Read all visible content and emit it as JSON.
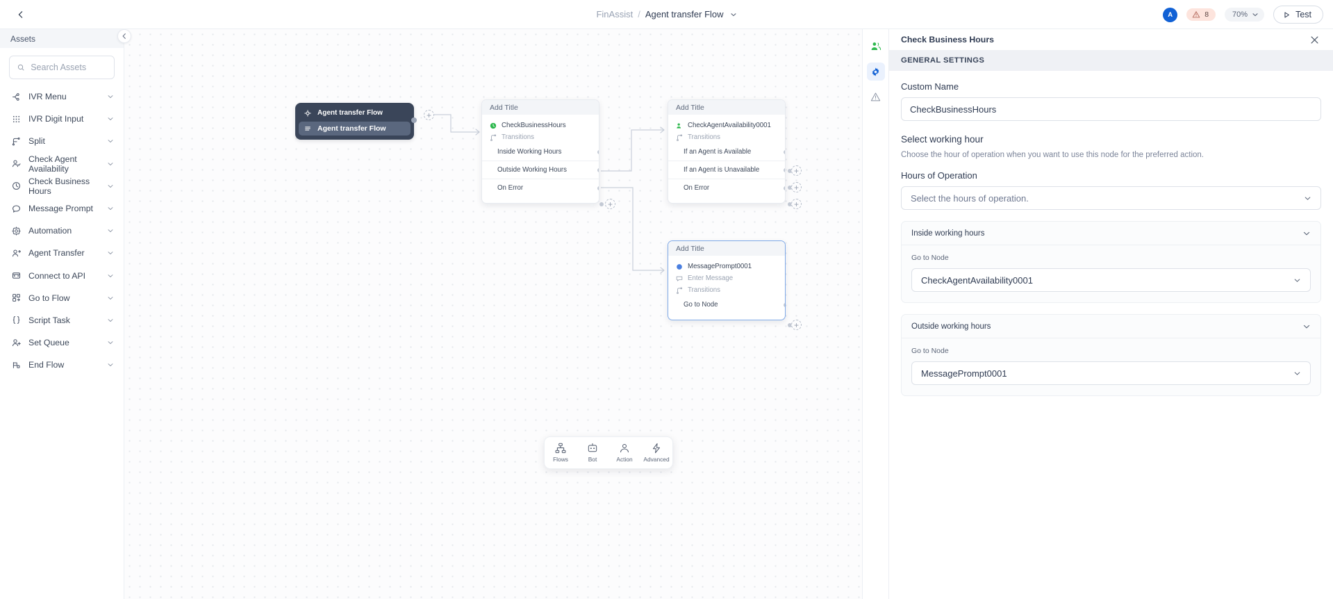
{
  "topbar": {
    "back_icon": "chevron-left-icon",
    "breadcrumb": {
      "app": "FinAssist",
      "separator": "/",
      "flow": "Agent transfer Flow"
    },
    "avatar_initial": "A",
    "warning_count": "8",
    "zoom_level": "70%",
    "test_label": "Test"
  },
  "sidebar": {
    "header": "Assets",
    "search": {
      "placeholder": "Search Assets",
      "value": ""
    },
    "items": [
      {
        "label": "IVR Menu",
        "icon": "ivr-menu-icon"
      },
      {
        "label": "IVR Digit Input",
        "icon": "keypad-icon"
      },
      {
        "label": "Split",
        "icon": "split-icon"
      },
      {
        "label": "Check Agent Availability",
        "icon": "agent-check-icon"
      },
      {
        "label": "Check Business Hours",
        "icon": "clock-icon"
      },
      {
        "label": "Message Prompt",
        "icon": "message-icon"
      },
      {
        "label": "Automation",
        "icon": "automation-icon"
      },
      {
        "label": "Agent Transfer",
        "icon": "agent-transfer-icon"
      },
      {
        "label": "Connect to API",
        "icon": "api-icon"
      },
      {
        "label": "Go to Flow",
        "icon": "goto-flow-icon"
      },
      {
        "label": "Script Task",
        "icon": "script-task-icon"
      },
      {
        "label": "Set Queue",
        "icon": "set-queue-icon"
      },
      {
        "label": "End Flow",
        "icon": "end-flow-icon"
      }
    ]
  },
  "canvas": {
    "start_node": {
      "title": "Agent transfer Flow",
      "subtitle": "Agent transfer Flow"
    },
    "nodes": [
      {
        "header": "Add Title",
        "type_label": "CheckBusinessHours",
        "type_icon": "clock-green-icon",
        "transitions_label": "Transitions",
        "transitions": [
          "Inside Working Hours",
          "Outside Working Hours",
          "On Error"
        ]
      },
      {
        "header": "Add Title",
        "type_label": "CheckAgentAvailability0001",
        "type_icon": "agent-green-icon",
        "transitions_label": "Transitions",
        "transitions": [
          "If an Agent is Available",
          "If an Agent is Unavailable",
          "On Error"
        ]
      },
      {
        "header": "Add Title",
        "type_label": "MessagePrompt0001",
        "type_icon": "message-blue-icon",
        "message_label": "Enter Message",
        "transitions_label": "Transitions",
        "transitions": [
          "Go to Node"
        ]
      }
    ],
    "toolbar": [
      {
        "label": "Flows",
        "icon": "flows-icon"
      },
      {
        "label": "Bot",
        "icon": "bot-icon"
      },
      {
        "label": "Action",
        "icon": "action-icon"
      },
      {
        "label": "Advanced",
        "icon": "advanced-icon"
      }
    ]
  },
  "rail": [
    {
      "icon": "people-icon",
      "active": false
    },
    {
      "icon": "gear-icon",
      "active": true
    },
    {
      "icon": "warning-triangle-icon",
      "active": false
    }
  ],
  "panel": {
    "title": "Check Business Hours",
    "close_icon": "close-icon",
    "section_header": "GENERAL SETTINGS",
    "custom_name_label": "Custom Name",
    "custom_name_value": "CheckBusinessHours",
    "working_hour_title": "Select working hour",
    "working_hour_desc": "Choose the hour of operation when you want to use this node for the preferred action.",
    "hours_label": "Hours of Operation",
    "hours_placeholder": "Select the hours of operation.",
    "accordions": [
      {
        "title": "Inside working hours",
        "goto_label": "Go to Node",
        "goto_value": "CheckAgentAvailability0001"
      },
      {
        "title": "Outside working hours",
        "goto_label": "Go to Node",
        "goto_value": "MessagePrompt0001"
      }
    ]
  },
  "colors": {
    "accent": "#1161d5",
    "warning_bg": "#fde4dd",
    "start_node": "#3a4559",
    "green": "#2db84d"
  }
}
